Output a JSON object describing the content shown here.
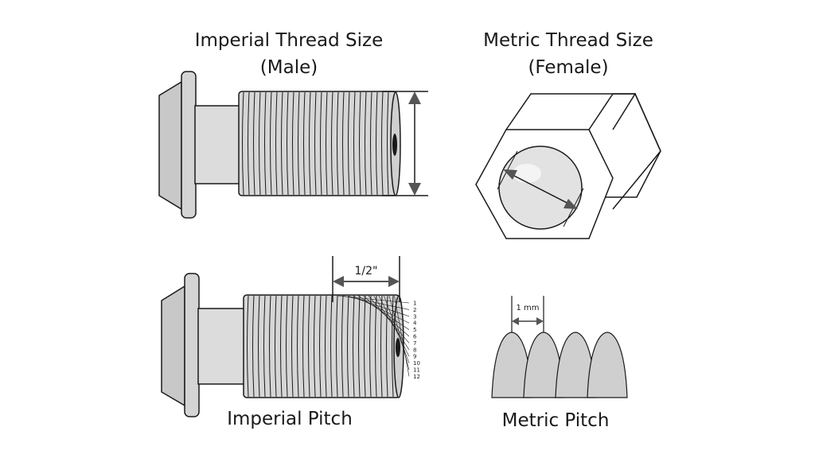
{
  "labels": {
    "imperial_size_line1": "Imperial Thread Size",
    "imperial_size_line2": "(Male)",
    "metric_size_line1": "Metric Thread Size",
    "metric_size_line2": "(Female)",
    "imperial_pitch": "Imperial Pitch",
    "metric_pitch": "Metric Pitch",
    "half_inch": "1/2\"",
    "one_mm": "1 mm"
  },
  "thread_counts": [
    "1",
    "2",
    "3",
    "4",
    "5",
    "6",
    "7",
    "8",
    "9",
    "10",
    "11",
    "12"
  ],
  "colors": {
    "outline": "#1a1a1a",
    "fill_light": "#dcdcdc",
    "fill_mid": "#c8c8c8",
    "fill_dark": "#b4b4b4",
    "ball": "#e6e6e6"
  }
}
